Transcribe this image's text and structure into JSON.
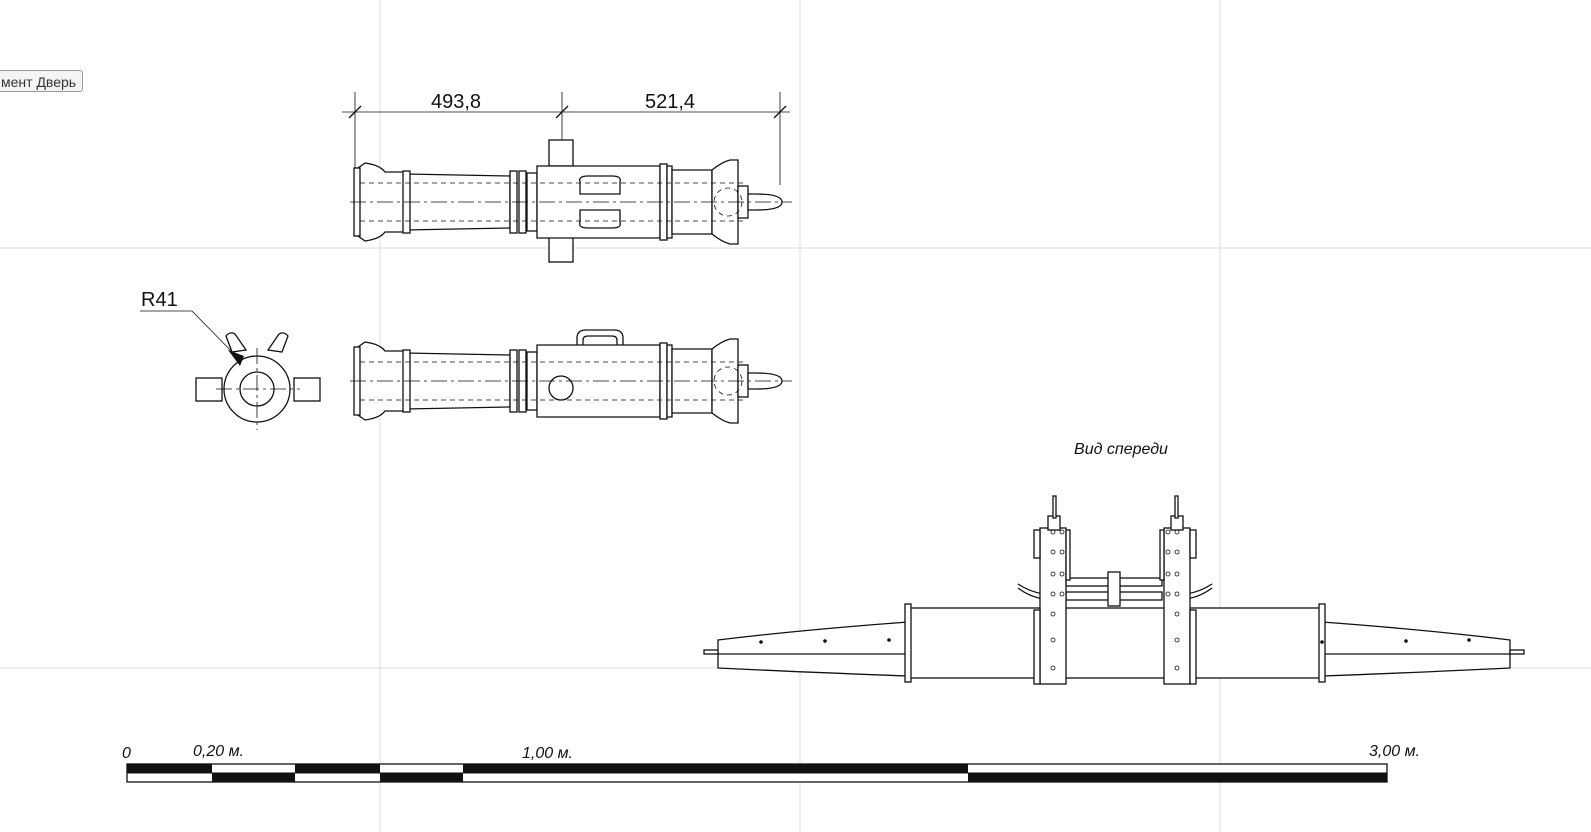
{
  "tag_button": {
    "label": "мент Дверь"
  },
  "dimensions": {
    "left": "493,8",
    "right": "521,4"
  },
  "radius_label": "R41",
  "view_label": "Вид спереди",
  "scale_bar": {
    "labels": [
      "0",
      "0,20 м.",
      "1,00 м.",
      "3,00 м."
    ]
  }
}
